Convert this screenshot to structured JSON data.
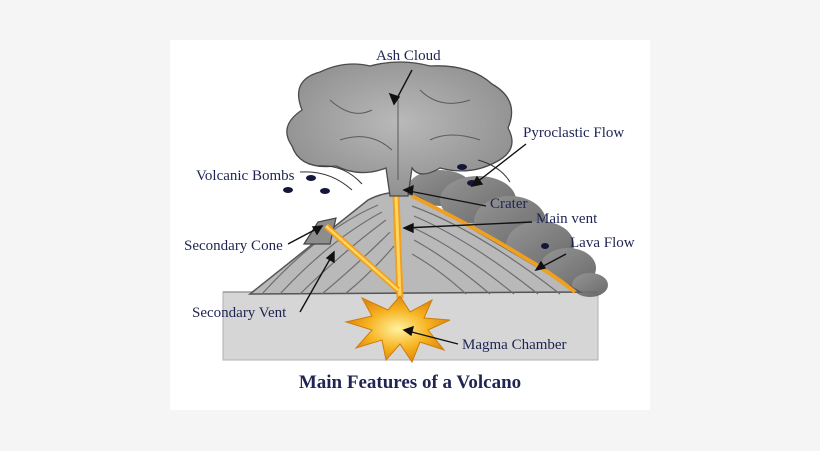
{
  "title": "Main Features of a Volcano",
  "labels": {
    "ash_cloud": "Ash Cloud",
    "pyroclastic_flow": "Pyroclastic Flow",
    "volcanic_bombs": "Volcanic Bombs",
    "crater": "Crater",
    "main_vent": "Main vent",
    "secondary_cone": "Secondary Cone",
    "lava_flow": "Lava Flow",
    "secondary_vent": "Secondary Vent",
    "magma_chamber": "Magma Chamber"
  },
  "colors": {
    "label_text": "#1f2452",
    "lava": "#f0a020",
    "ground": "#d4d4d4",
    "cloud": "#9a9a9a"
  }
}
